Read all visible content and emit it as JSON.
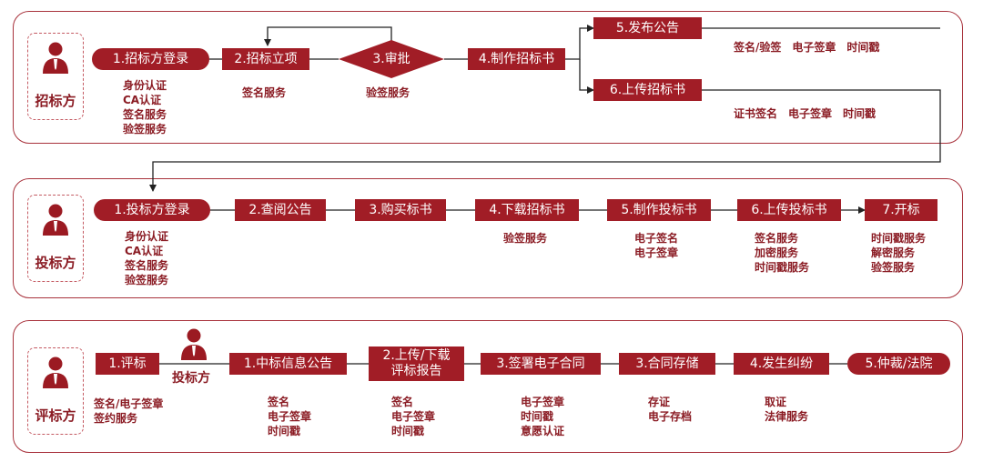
{
  "colors": {
    "primary": "#a11d26",
    "text": "#8b1c24",
    "border": "#a8323c"
  },
  "icons": [
    "person-icon"
  ],
  "tender": {
    "role": "招标方",
    "steps": [
      "1.招标方登录",
      "2.招标立项",
      "3.审批",
      "4.制作招标书",
      "5.发布公告",
      "6.上传招标书"
    ],
    "labels": {
      "login": [
        "身份认证",
        "CA认证",
        "签名服务",
        "验签服务"
      ],
      "project": [
        "签名服务"
      ],
      "approval": [
        "验签服务"
      ],
      "publish": [
        "签名/验签",
        "电子签章",
        "时间戳"
      ],
      "upload": [
        "证书签名",
        "电子签章",
        "时间戳"
      ]
    }
  },
  "bidder": {
    "role": "投标方",
    "steps": [
      "1.投标方登录",
      "2.查阅公告",
      "3.购买标书",
      "4.下载招标书",
      "5.制作投标书",
      "6.上传投标书",
      "7.开标"
    ],
    "labels": {
      "login": [
        "身份认证",
        "CA认证",
        "签名服务",
        "验签服务"
      ],
      "download": [
        "验签服务"
      ],
      "make": [
        "电子签名",
        "电子签章"
      ],
      "upload": [
        "签名服务",
        "加密服务",
        "时间戳服务"
      ],
      "open": [
        "时间戳服务",
        "解密服务",
        "验签服务"
      ]
    }
  },
  "evaluator": {
    "role": "评标方",
    "mid_role": "投标方",
    "steps": [
      "1.评标",
      "1.中标信息公告",
      "2.上传/下载",
      "评标报告",
      "3.签署电子合同",
      "3.合同存储",
      "4.发生纠纷",
      "5.仲裁/法院"
    ],
    "labels": {
      "evaluate": [
        "签名/电子签章",
        "签约服务"
      ],
      "announce": [
        "签名",
        "电子签章",
        "时间戳"
      ],
      "report": [
        "签名",
        "电子签章",
        "时间戳"
      ],
      "contract": [
        "电子签章",
        "时间戳",
        "意愿认证"
      ],
      "store": [
        "存证",
        "电子存档"
      ],
      "dispute": [
        "取证",
        "法律服务"
      ]
    }
  }
}
